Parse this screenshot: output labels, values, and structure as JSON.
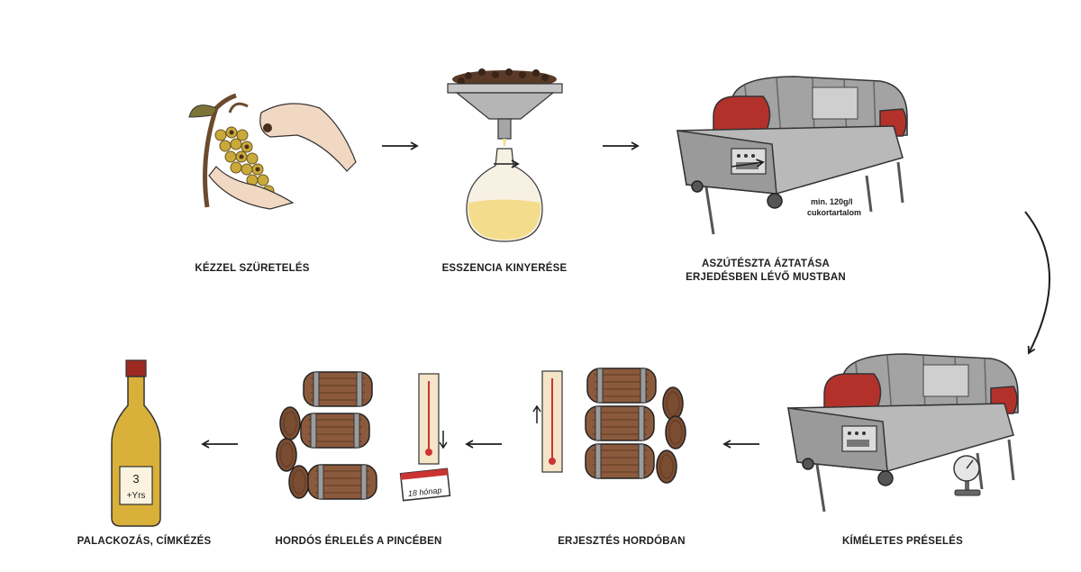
{
  "steps": [
    {
      "id": "step-1",
      "label": "KÉZZEL  SZÜRETELÉS"
    },
    {
      "id": "step-2",
      "label": "ESSZENCIA KINYERÉSE"
    },
    {
      "id": "step-3",
      "label_line1": "ASZÚTÉSZTA ÁZTATÁSA",
      "label_line2": "ERJEDÉSBEN LÉVŐ MUSTBAN",
      "note_line1": "min. 120g/l",
      "note_line2": "cukortartalom"
    },
    {
      "id": "step-4",
      "label": "KÍMÉLETES PRÉSELÉS"
    },
    {
      "id": "step-5",
      "label": "ERJESZTÉS HORDÓBAN"
    },
    {
      "id": "step-6",
      "label": "HORDÓS ÉRLELÉS A PINCÉBEN",
      "calendar_text": "18 hónap"
    },
    {
      "id": "step-7",
      "label": "PALACKOZÁS, CÍMKÉZÉS",
      "bottle_label_line1": "3",
      "bottle_label_line2": "+Yrs"
    }
  ],
  "colors": {
    "ink": "#1e1e1e",
    "press_red": "#b2322b",
    "press_steel": "#a3a3a3",
    "barrel_wood": "#8b5a3c",
    "grape": "#c9a93a",
    "wine": "#d9b03a",
    "essence": "#f3dc8c"
  }
}
